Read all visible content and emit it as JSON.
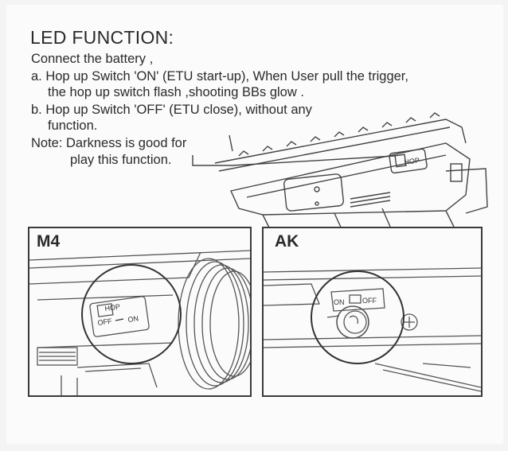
{
  "heading": "LED FUNCTION:",
  "body": {
    "line1": "Connect the battery ,",
    "line2": "a. Hop up Switch 'ON'  (ETU start-up),  When User pull the trigger,",
    "line3": "the hop up switch flash ,shooting BBs glow .",
    "line4": "b. Hop up Switch 'OFF' (ETU close), without any",
    "line5": "function.",
    "line6": "Note: Darkness is good for",
    "line7": "play this function."
  },
  "panels": {
    "m4": {
      "label": "M4",
      "switch_off": "OFF",
      "switch_on": "ON",
      "switch_hop": "HOP"
    },
    "ak": {
      "label": "AK",
      "switch_on": "ON",
      "switch_off": "OFF"
    }
  },
  "top_illustration": {
    "switch_hop": "HOP"
  }
}
